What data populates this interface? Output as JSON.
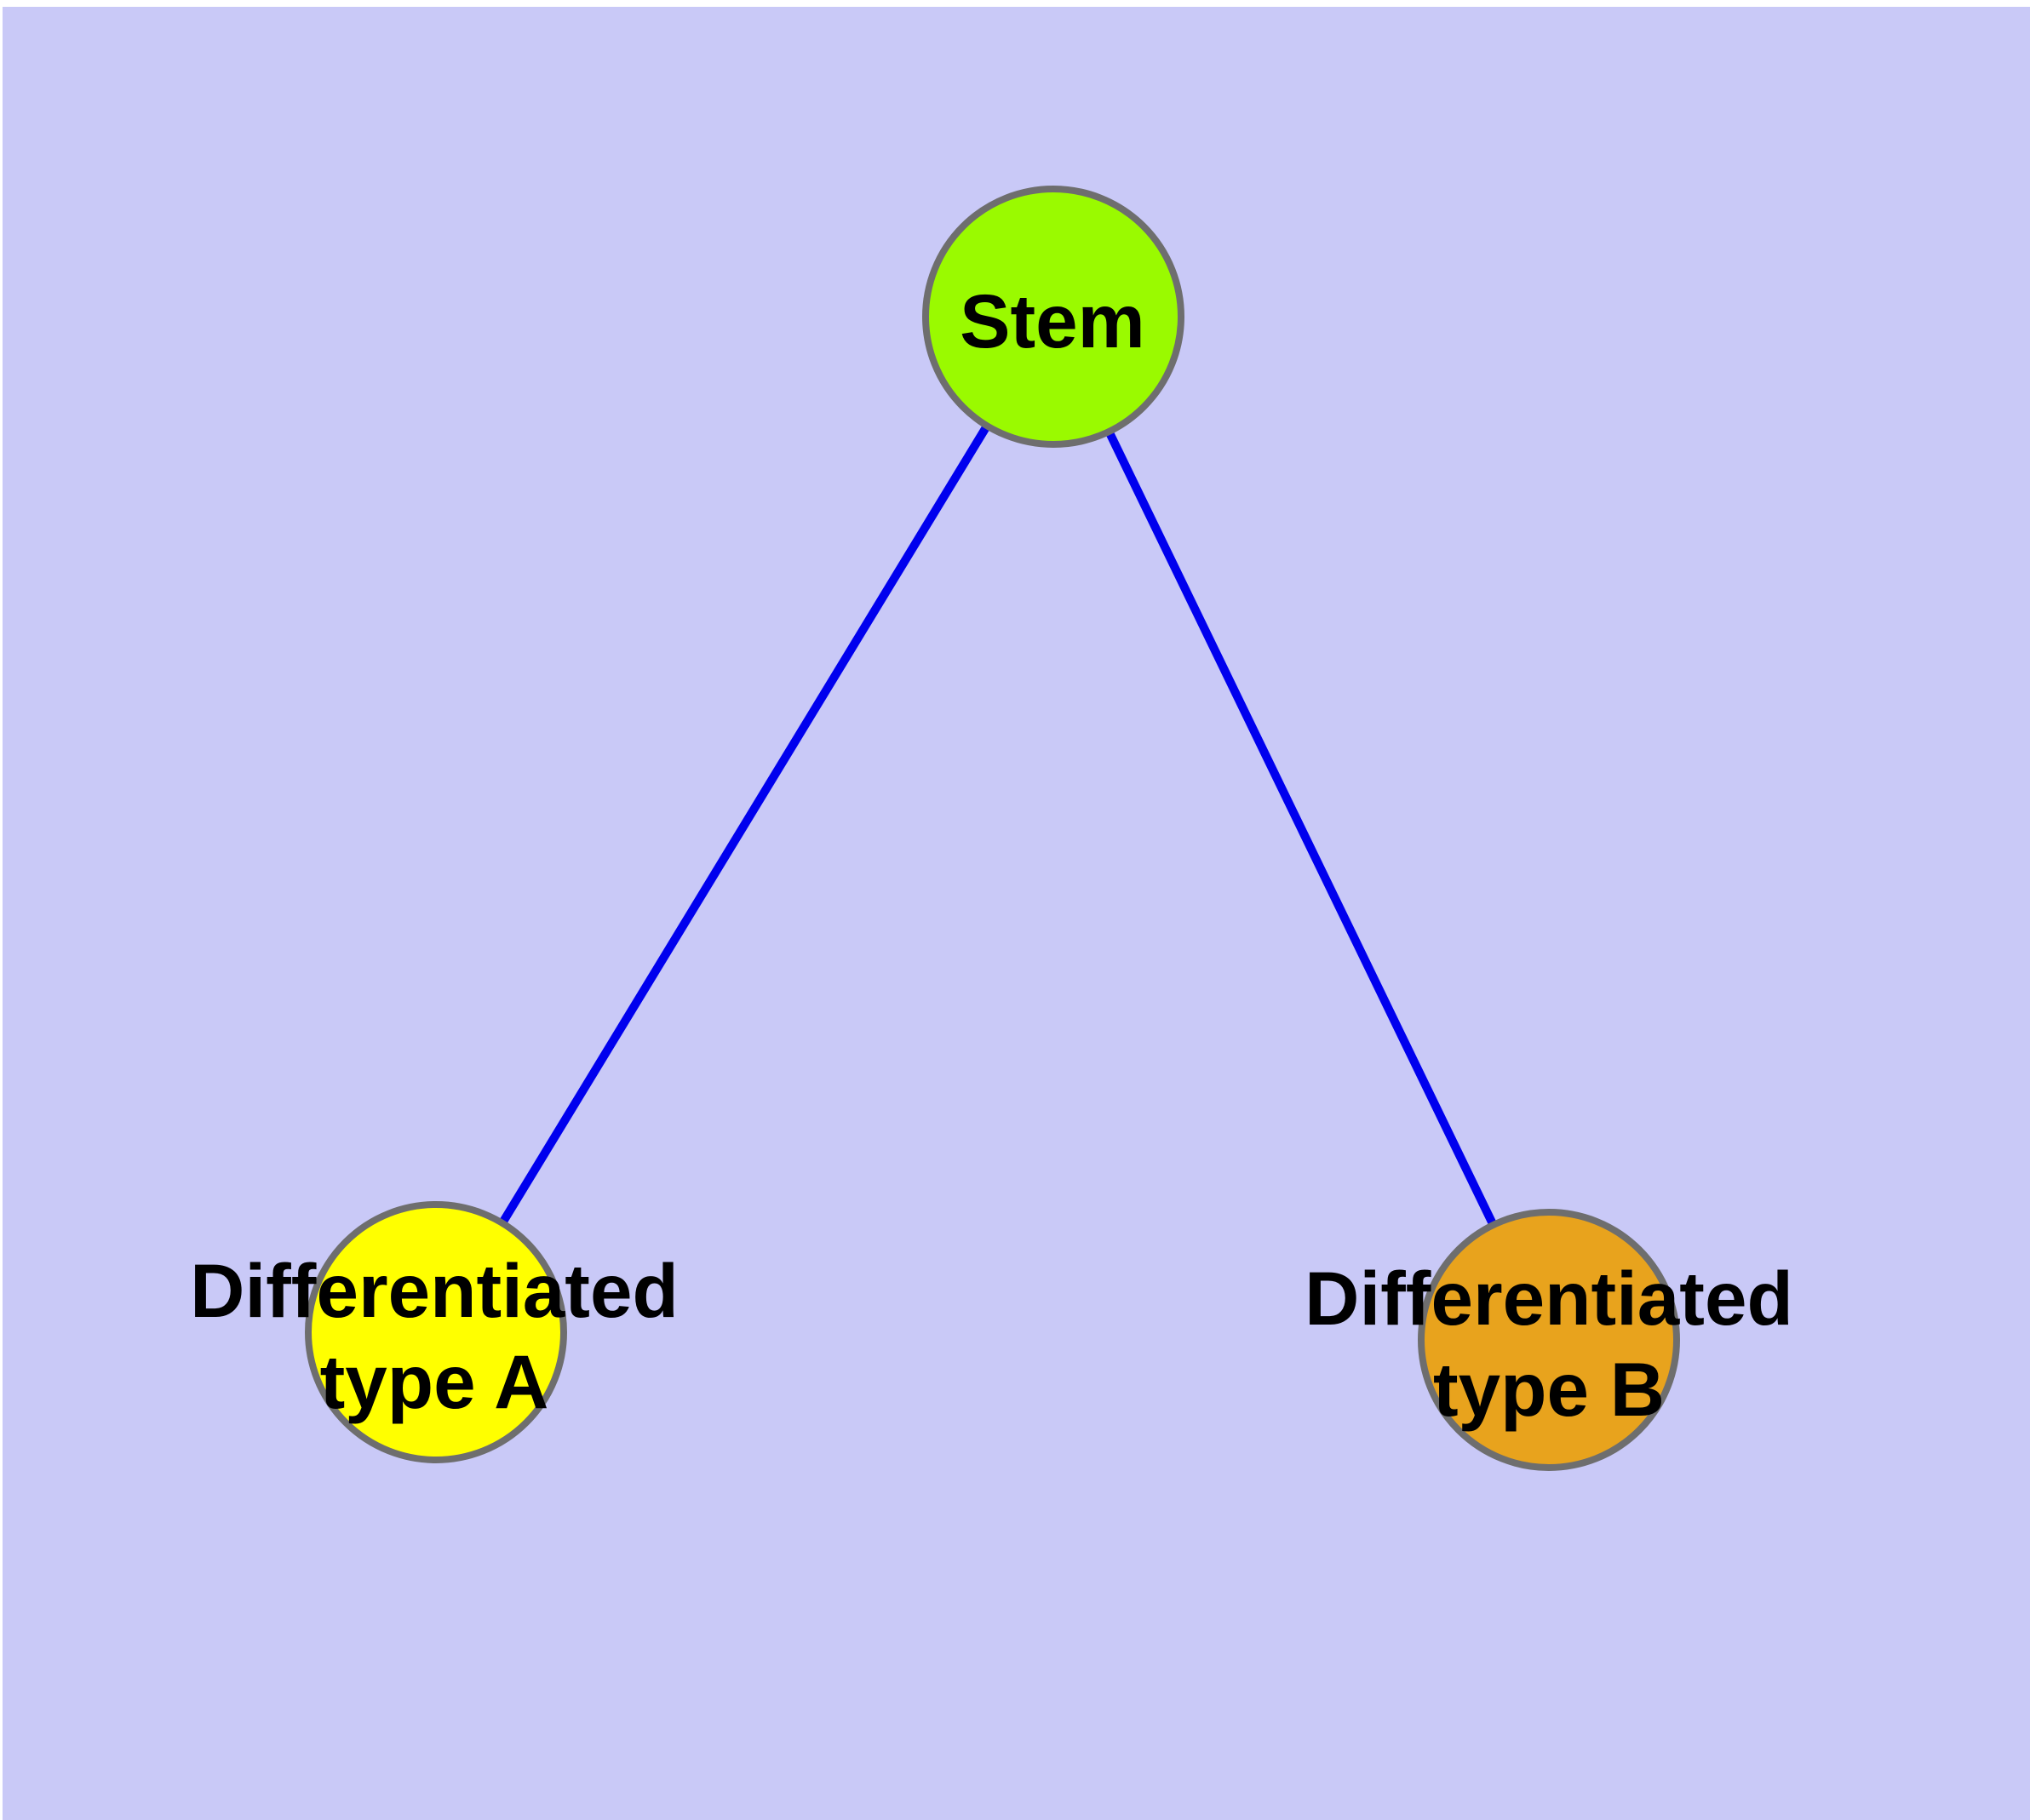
{
  "diagram": {
    "type": "graph",
    "description": "Stem cell differentiation diagram with one parent node and two differentiated child nodes",
    "background_color": "#C9C9F7",
    "margin_color": "#FFFFFF",
    "edge_color": "#0000EE",
    "node_border_color": "#6E6E6E",
    "text_color": "#000000",
    "nodes": [
      {
        "id": "stem",
        "label": "Stem",
        "fill": "#9AFA00"
      },
      {
        "id": "diff-a",
        "label_line1": "Differentiated",
        "label_line2": "type A",
        "fill": "#FFFF00"
      },
      {
        "id": "diff-b",
        "label_line1": "Differentiated",
        "label_line2": "type B",
        "fill": "#E8A31D"
      }
    ],
    "edges": [
      {
        "from": "Stem",
        "to": "Differentiated type A"
      },
      {
        "from": "Stem",
        "to": "Differentiated type B"
      }
    ]
  }
}
